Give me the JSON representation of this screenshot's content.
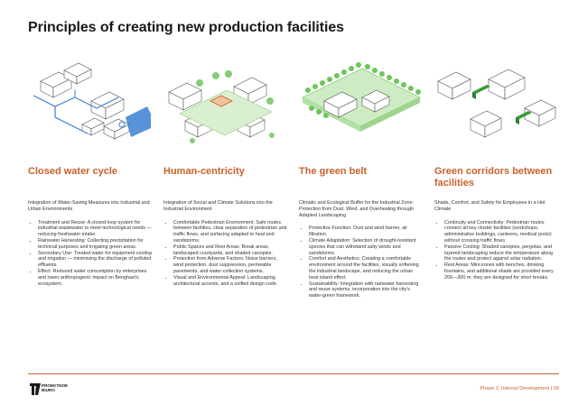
{
  "page": {
    "title": "Principles of creating new production facilities",
    "accent_color": "#c8612a"
  },
  "columns": [
    {
      "heading": "Closed water cycle",
      "illustration": "water-cycle-isometric",
      "intro": "Integration of Water-Saving Measures into Industrial and Urban Environments",
      "bullets": [
        "Treatment and Reuse: A closed-loop system for industrial wastewater to meet technological needs — reducing freshwater intake.",
        "Rainwater Harvesting: Collecting precipitation for technical purposes and irrigating green areas.",
        "Secondary Use: Treated water for equipment cooling and irrigation — minimising the discharge of polluted effluents.",
        "Effect: Reduced water consumption by enterprises and lower anthropogenic impact on Benghazi's ecosystem."
      ]
    },
    {
      "heading": "Human-centricity",
      "illustration": "pedestrian-isometric",
      "intro": "Integration of Social and Climate Solutions into the Industrial Environment",
      "bullets": [
        "Comfortable Pedestrian Environment: Safe routes between facilities, clear separation of pedestrian and traffic flows, and surfacing adapted to heat and sandstorms.",
        "Public Spaces and Rest Areas: Break areas, landscaped courtyards, and shaded canopies.",
        "Protection from Adverse Factors: Noise barriers, wind protection, dust suppression, permeable pavements, and water-collection systems.",
        "Visual and Environmental Appeal: Landscaping, architectural accents, and a unified design code."
      ]
    },
    {
      "heading": "The green belt",
      "illustration": "green-belt-isometric",
      "intro": "Climatic and Ecological Buffer for the Industrial Zone: Protection from Dust, Wind, and Overheating through Adapted Landscaping",
      "bullets": [
        "Protective Function: Dust and wind barrier, air filtration.",
        "Climate Adaptation: Selection of drought-resistant species that can withstand salty winds and sandstorms.",
        "Comfort and Aesthetics: Creating a comfortable environment around the facilities, visually softening the industrial landscape, and reducing the urban heat island effect.",
        "Sustainability: Integration with rainwater harvesting and reuse systems, incorporation into the city's water-green framework."
      ]
    },
    {
      "heading": "Green corridors between facilities",
      "illustration": "green-corridors-isometric",
      "intro": "Shade, Comfort, and Safety for Employees in a Hot Climate",
      "bullets": [
        "Continuity and Connectivity: Pedestrian routes connect all key cluster facilities (workshops, administrative buildings, canteens, medical posts) without crossing traffic flows.",
        "Passive Cooling: Shaded canopies, pergolas, and layered landscaping reduce the temperature along the routes and protect against solar radiation.",
        "Rest Areas: Mini-zones with benches, drinking fountains, and additional shade are provided every 200—300 m; they are designed for short breaks."
      ]
    }
  ],
  "footer": {
    "logo_line1": "PROEKTNOE",
    "logo_line2": "BIURO",
    "page_label": "Phase 2. Internal Development | 39"
  }
}
